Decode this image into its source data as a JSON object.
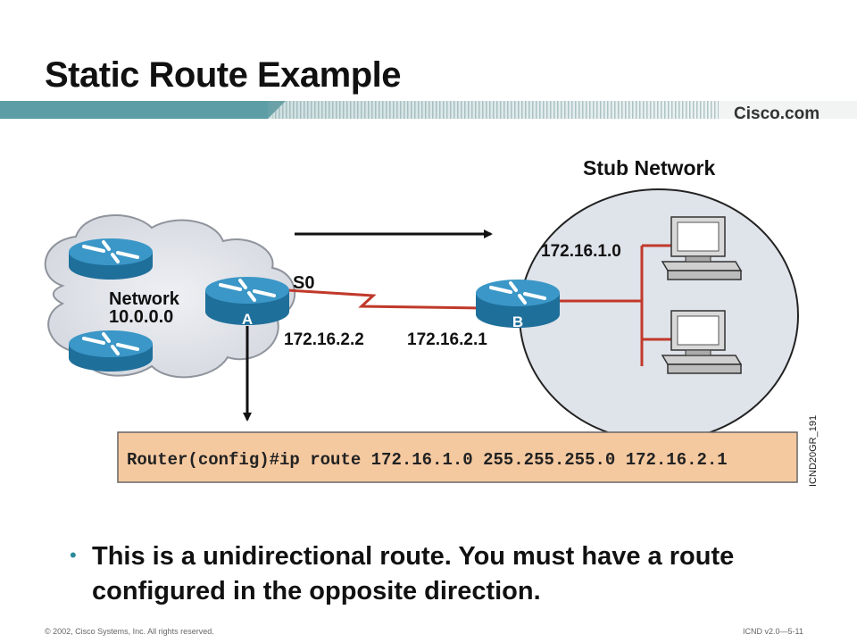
{
  "slide": {
    "title": "Static Route Example",
    "brand": "Cisco.com"
  },
  "diagram": {
    "stub_label": "Stub Network",
    "network_label_line1": "Network",
    "network_label_line2": "10.0.0.0",
    "router_a_label": "A",
    "router_b_label": "B",
    "interface_label": "S0",
    "ip_a": "172.16.2.2",
    "ip_b": "172.16.2.1",
    "stub_subnet": "172.16.1.0",
    "command": "Router(config)#ip route 172.16.1.0 255.255.255.0 172.16.2.1",
    "figure_id": "ICND20GR_191"
  },
  "bullet": {
    "text": "This is a unidirectional route. You must have a route configured in the opposite direction."
  },
  "footer": {
    "copyright": "© 2002, Cisco Systems, Inc. All rights reserved.",
    "page_ref": "ICND v2.0—5-11"
  },
  "colors": {
    "router": "#2a86b8",
    "link": "#c0392b",
    "stub_fill": "#dfe3ea",
    "command_fill": "#f5c9a0",
    "header_bar": "#5d9ea6"
  }
}
